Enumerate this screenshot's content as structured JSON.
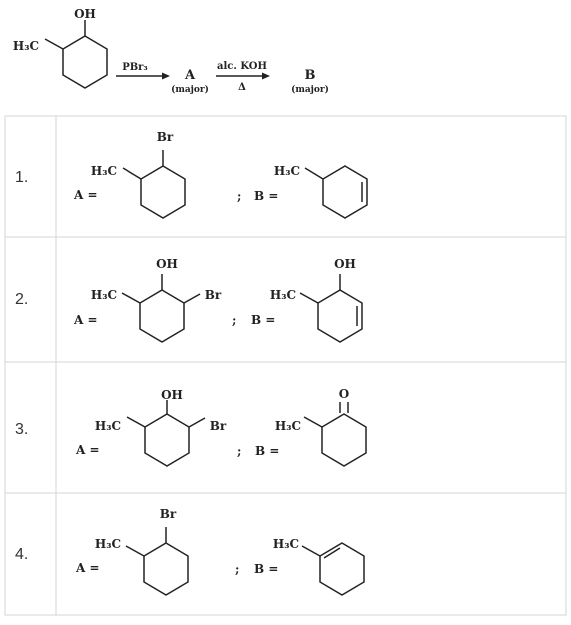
{
  "scheme": {
    "start": {
      "oh": "OH",
      "methyl": "H₃C"
    },
    "step1_reagent": "PBr₃",
    "product_a": {
      "label": "A",
      "note": "(major)"
    },
    "step2_reagent": "alc. KOH",
    "step2_condition": "Δ",
    "product_b": {
      "label": "B",
      "note": "(major)"
    }
  },
  "options": [
    {
      "number": "1.",
      "a_label": "A =",
      "sep": ";",
      "b_label": "B =",
      "a_groups": {
        "methyl": "H₃C",
        "top": "Br"
      },
      "b_groups": {
        "methyl": "H₃C"
      }
    },
    {
      "number": "2.",
      "a_label": "A =",
      "sep": ";",
      "b_label": "B =",
      "a_groups": {
        "methyl": "H₃C",
        "top": "OH",
        "right": "Br"
      },
      "b_groups": {
        "methyl": "H₃C",
        "top": "OH"
      }
    },
    {
      "number": "3.",
      "a_label": "A =",
      "sep": ";",
      "b_label": "B =",
      "a_groups": {
        "methyl": "H₃C",
        "top": "OH",
        "right": "Br"
      },
      "b_groups": {
        "methyl": "H₃C",
        "top": "O"
      }
    },
    {
      "number": "4.",
      "a_label": "A =",
      "sep": ";",
      "b_label": "B =",
      "a_groups": {
        "methyl": "H₃C",
        "top": "Br"
      },
      "b_groups": {
        "methyl": "H₃C"
      }
    }
  ]
}
